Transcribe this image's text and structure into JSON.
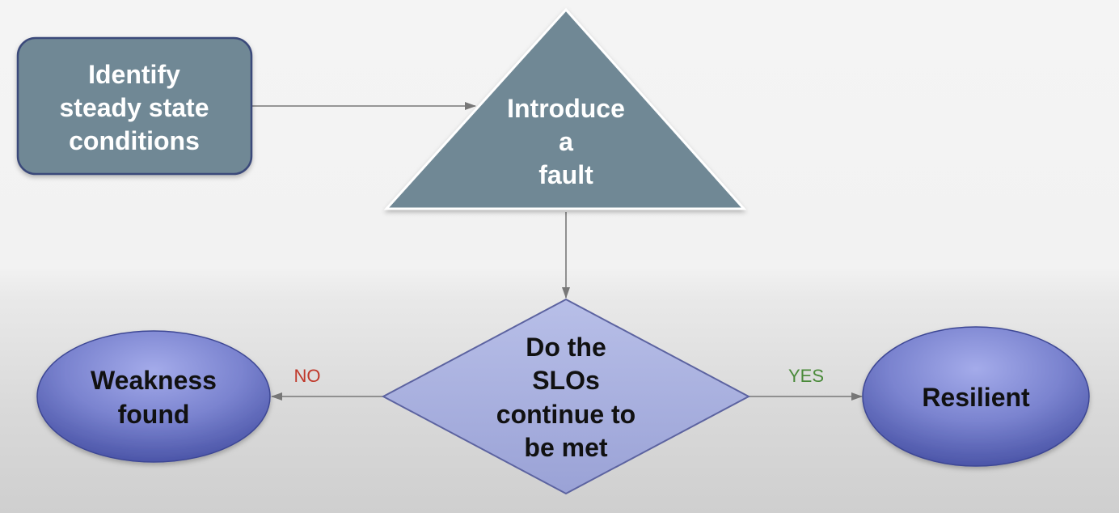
{
  "nodes": {
    "identify": {
      "lines": [
        "Identify",
        "steady state",
        "conditions"
      ]
    },
    "introduce": {
      "lines": [
        "Introduce",
        "a",
        "fault"
      ]
    },
    "decision": {
      "lines": [
        "Do the",
        "SLOs",
        "continue to",
        "be met"
      ]
    },
    "weakness": {
      "lines": [
        "Weakness",
        "found"
      ]
    },
    "resilient": {
      "lines": [
        "Resilient"
      ]
    }
  },
  "edges": {
    "no_label": "NO",
    "yes_label": "YES"
  },
  "colors": {
    "slate_fill": "#6f8895",
    "slate_border": "#3b4a7a",
    "diamond_fill": "#aab1dc",
    "diamond_border": "#5c63a0",
    "oval_fill_light": "#9aa2e4",
    "oval_fill_dark": "#4f5aad",
    "arrow": "#777777",
    "no_color": "#c0392b",
    "yes_color": "#4a8a3a"
  }
}
